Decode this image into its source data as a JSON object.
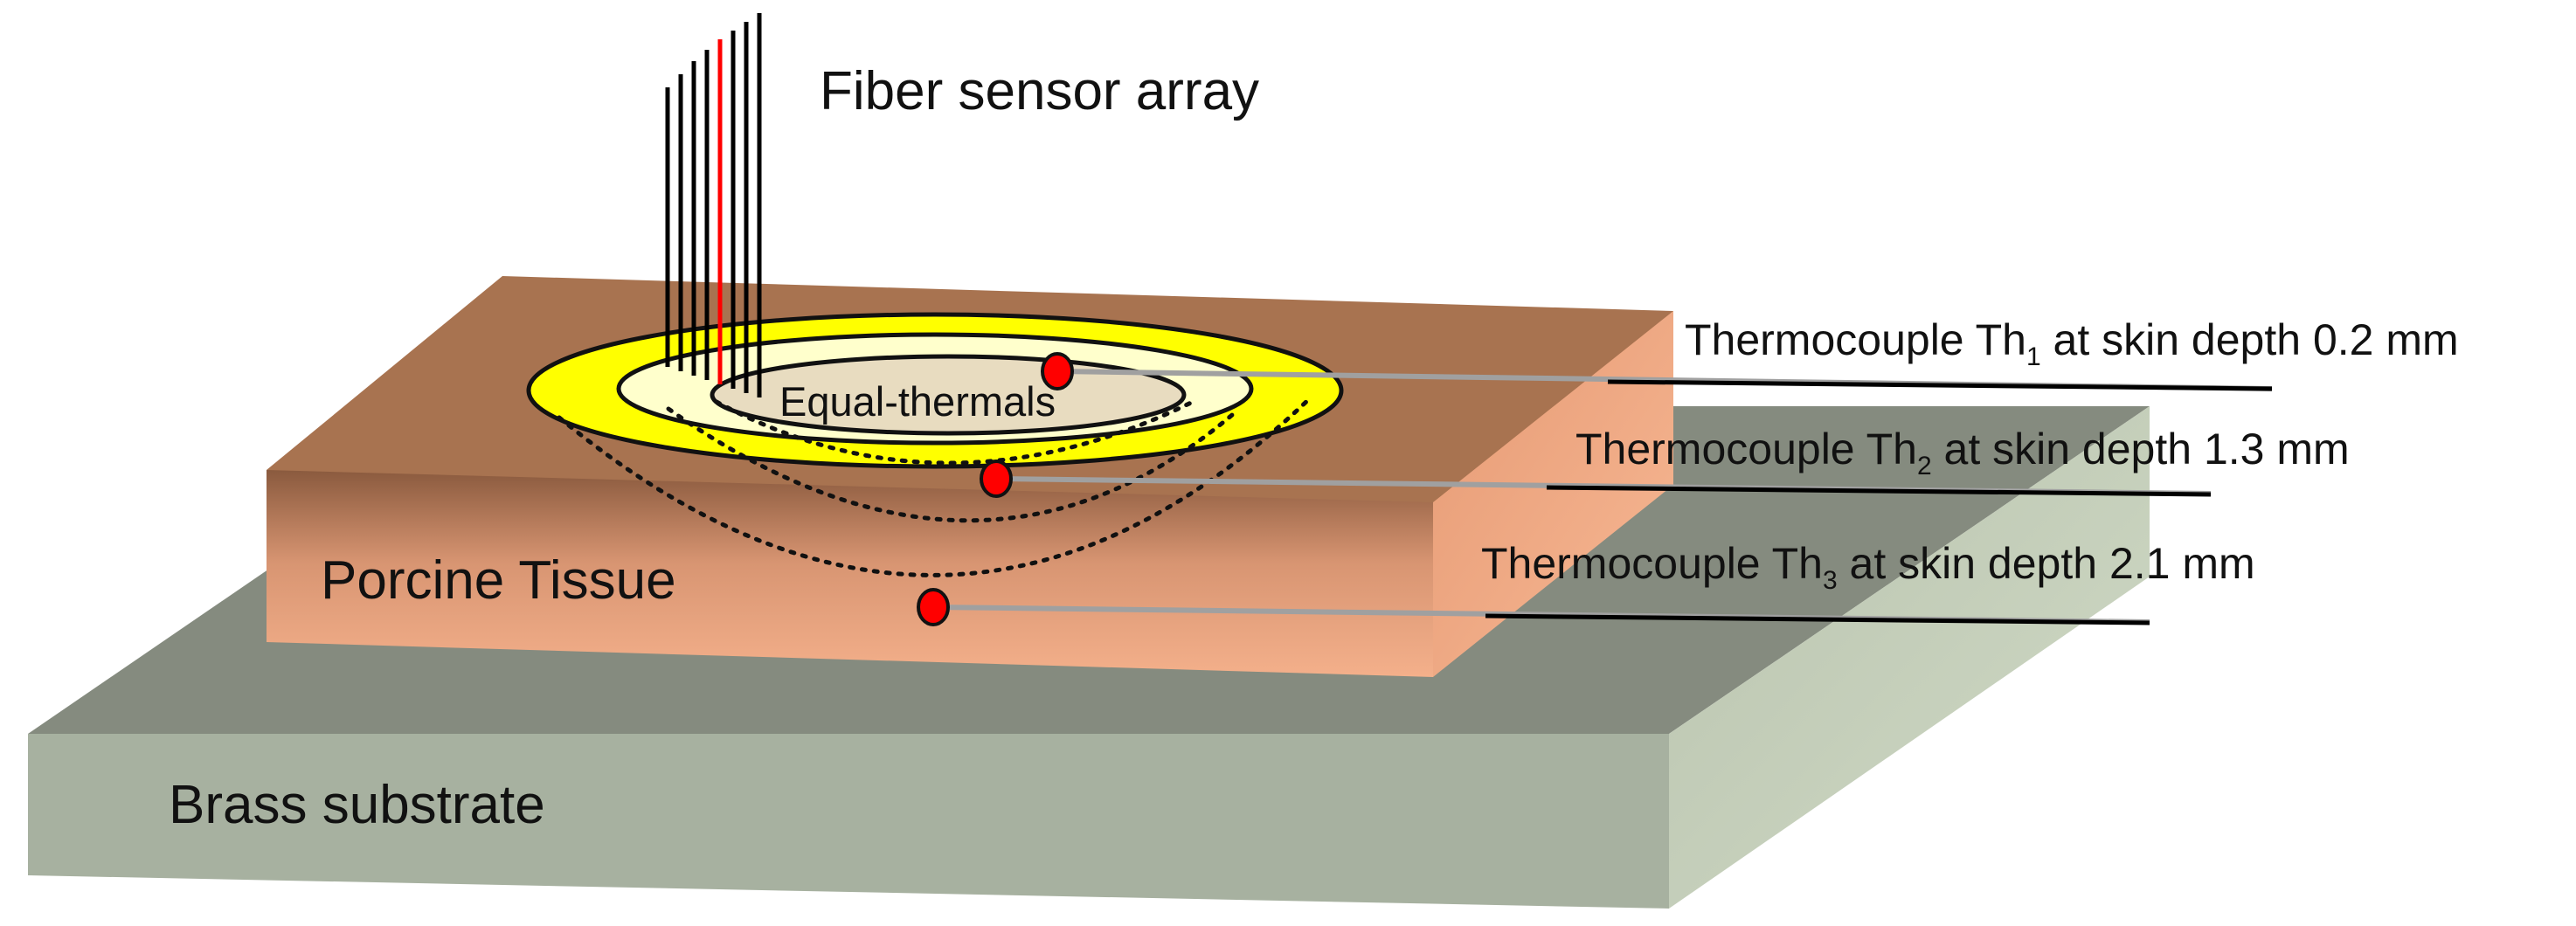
{
  "labels": {
    "fiber_array": "Fiber sensor array",
    "equal_thermals": "Equal-thermals",
    "porcine_tissue": "Porcine Tissue",
    "brass_substrate": "Brass substrate"
  },
  "thermocouples": [
    {
      "prefix": "Thermocouple Th",
      "index": "1",
      "suffix": " at skin depth 0.2 mm"
    },
    {
      "prefix": "Thermocouple Th",
      "index": "2",
      "suffix": " at skin depth 1.3 mm"
    },
    {
      "prefix": "Thermocouple Th",
      "index": "3",
      "suffix": " at skin depth 2.1 mm"
    }
  ],
  "colors": {
    "brass_top": "#858b7f",
    "brass_front": "#a7b1a0",
    "brass_side": "#c4ceb8",
    "tissue_top": "#a87350",
    "tissue_front_top": "#8a5a3e",
    "tissue_front_bottom": "#f4b08b",
    "tissue_side": "#f0a883",
    "thermal_outer": "#ffff00",
    "thermal_mid": "#ffffcc",
    "thermal_inner": "#e8dcc0",
    "sensor_dot": "#ff0000",
    "fiber_highlight": "#ff0000",
    "fiber": "#000000",
    "lead_wire": "#a0a0a0"
  }
}
